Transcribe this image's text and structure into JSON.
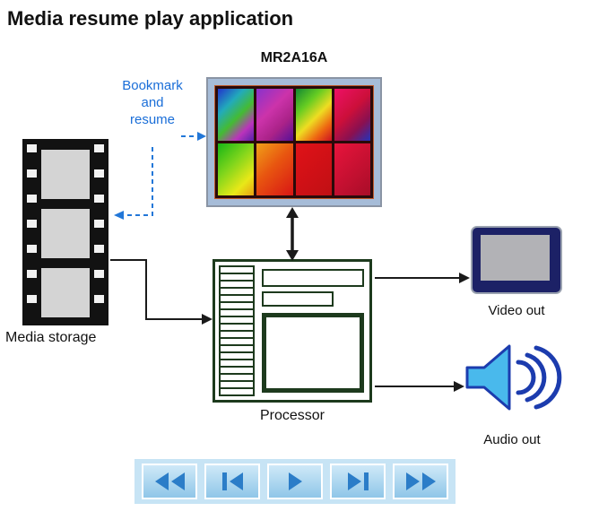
{
  "title": "Media resume play application",
  "chip": {
    "label": "MR2A16A",
    "description": "MRAM die photo, 2x4 colorful blocks"
  },
  "bookmark": {
    "note": "Bookmark\nand\nresume"
  },
  "media_storage": {
    "label": "Media storage"
  },
  "processor": {
    "label": "Processor"
  },
  "video_out": {
    "label": "Video out"
  },
  "audio_out": {
    "label": "Audio out"
  },
  "player": {
    "buttons": [
      {
        "id": "rewind",
        "icon": "rewind-icon"
      },
      {
        "id": "previous",
        "icon": "skip-back-icon"
      },
      {
        "id": "play",
        "icon": "play-icon"
      },
      {
        "id": "next",
        "icon": "skip-forward-icon"
      },
      {
        "id": "fast-forward",
        "icon": "fast-forward-icon"
      }
    ]
  },
  "colors": {
    "bookmark_blue": "#1a6ed8",
    "processor_green": "#1d3a1d",
    "player_glyph_blue": "#2b7dc8",
    "player_strip_blue": "#c7e4f5",
    "monitor_navy": "#1c2166",
    "speaker_blue": "#49b9ec"
  }
}
